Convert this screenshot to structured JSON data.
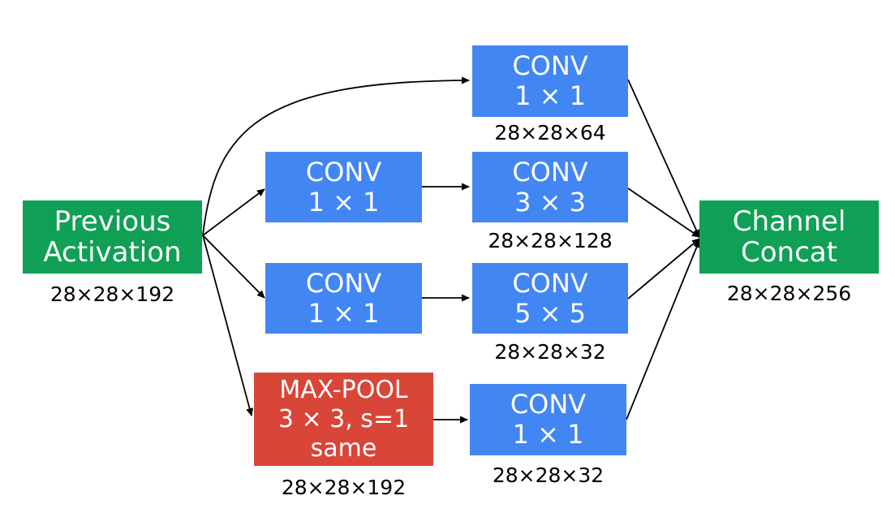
{
  "colors": {
    "activation_box": "#10a055",
    "conv_box": "#4286f4",
    "pool_box": "#d94537",
    "arrow": "#000000",
    "text_on_box": "#ffffff"
  },
  "input": {
    "lines": [
      "Previous",
      "Activation"
    ],
    "dims": "28×28×192"
  },
  "branch_1x1": {
    "conv": {
      "lines": [
        "CONV",
        "1 × 1"
      ]
    },
    "dims": "28×28×64"
  },
  "branch_3x3": {
    "reduce": {
      "lines": [
        "CONV",
        "1 × 1"
      ]
    },
    "conv": {
      "lines": [
        "CONV",
        "3 × 3"
      ]
    },
    "dims": "28×28×128"
  },
  "branch_5x5": {
    "reduce": {
      "lines": [
        "CONV",
        "1 × 1"
      ]
    },
    "conv": {
      "lines": [
        "CONV",
        "5 × 5"
      ]
    },
    "dims": "28×28×32"
  },
  "branch_pool": {
    "pool": {
      "lines": [
        "MAX-POOL",
        "3 × 3, s=1",
        "same"
      ]
    },
    "pool_dims": "28×28×192",
    "conv": {
      "lines": [
        "CONV",
        "1 × 1"
      ]
    },
    "dims": "28×28×32"
  },
  "output": {
    "lines": [
      "Channel",
      "Concat"
    ],
    "dims": "28×28×256"
  }
}
